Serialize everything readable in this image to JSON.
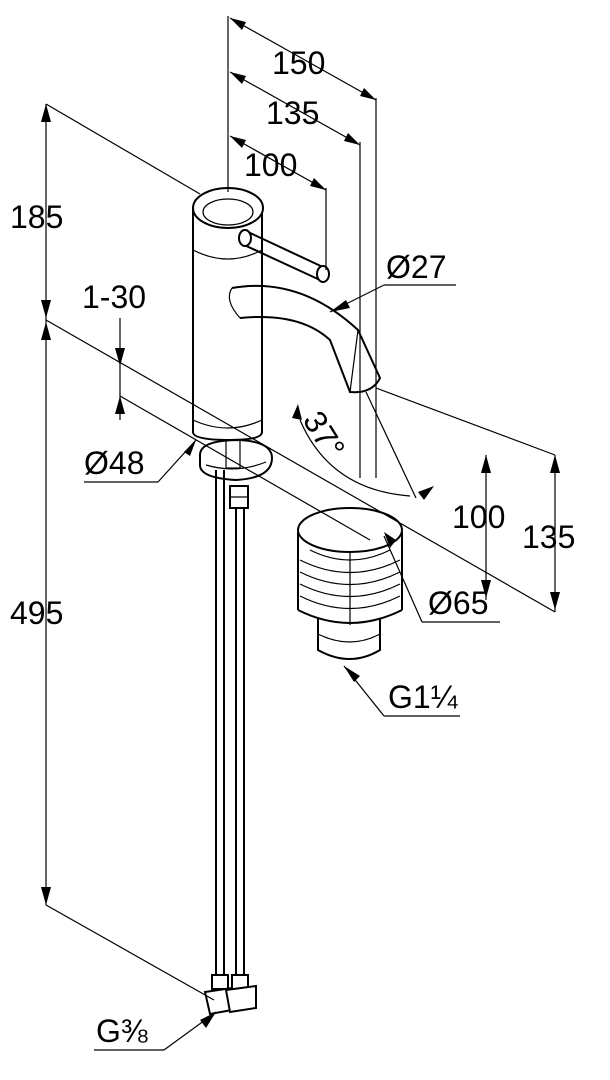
{
  "drawing": {
    "dimensions": {
      "width_150": "150",
      "width_135": "135",
      "width_100": "100",
      "height_185": "185",
      "adjust_range": "1-30",
      "diameter_48": "Ø48",
      "height_495": "495",
      "diameter_27": "Ø27",
      "angle_37": "37°",
      "height_100": "100",
      "height_135": "135",
      "diameter_65": "Ø65",
      "thread_g114": "G1¼",
      "thread_g38": "G⅜"
    }
  }
}
